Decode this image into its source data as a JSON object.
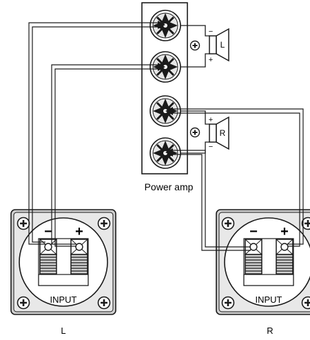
{
  "amp": {
    "label": "Power amp"
  },
  "speaker_symbols": {
    "left": {
      "letter": "L",
      "minus": "−",
      "plus": "+"
    },
    "right": {
      "letter": "R",
      "minus": "−",
      "plus": "+"
    }
  },
  "speakers": {
    "left": {
      "name": "L",
      "minus": "−",
      "plus": "+",
      "panel_label": "INPUT"
    },
    "right": {
      "name": "R",
      "minus": "−",
      "plus": "+",
      "panel_label": "INPUT"
    }
  },
  "colors": {
    "line": "#1a1a1a",
    "fill_light": "#f2f2f2",
    "fill_mid": "#cfcfcf",
    "fill_dark": "#9a9a9a"
  }
}
